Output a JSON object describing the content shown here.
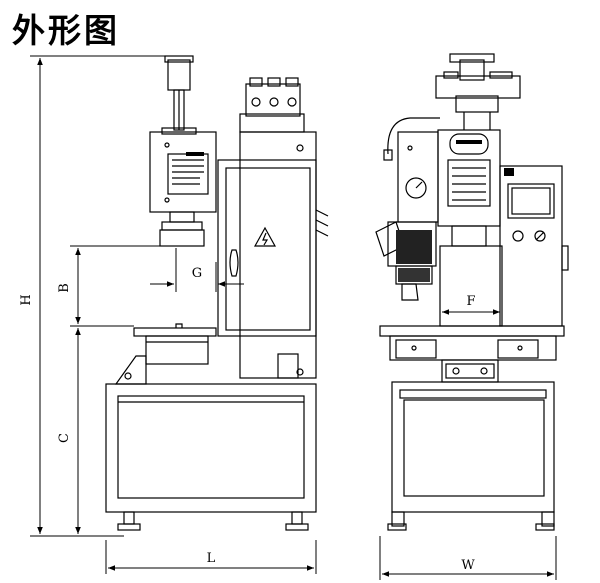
{
  "title": "外形图",
  "dimensions": {
    "H": "H",
    "B": "B",
    "C": "C",
    "G": "G",
    "L": "L",
    "F": "F",
    "W": "W"
  }
}
